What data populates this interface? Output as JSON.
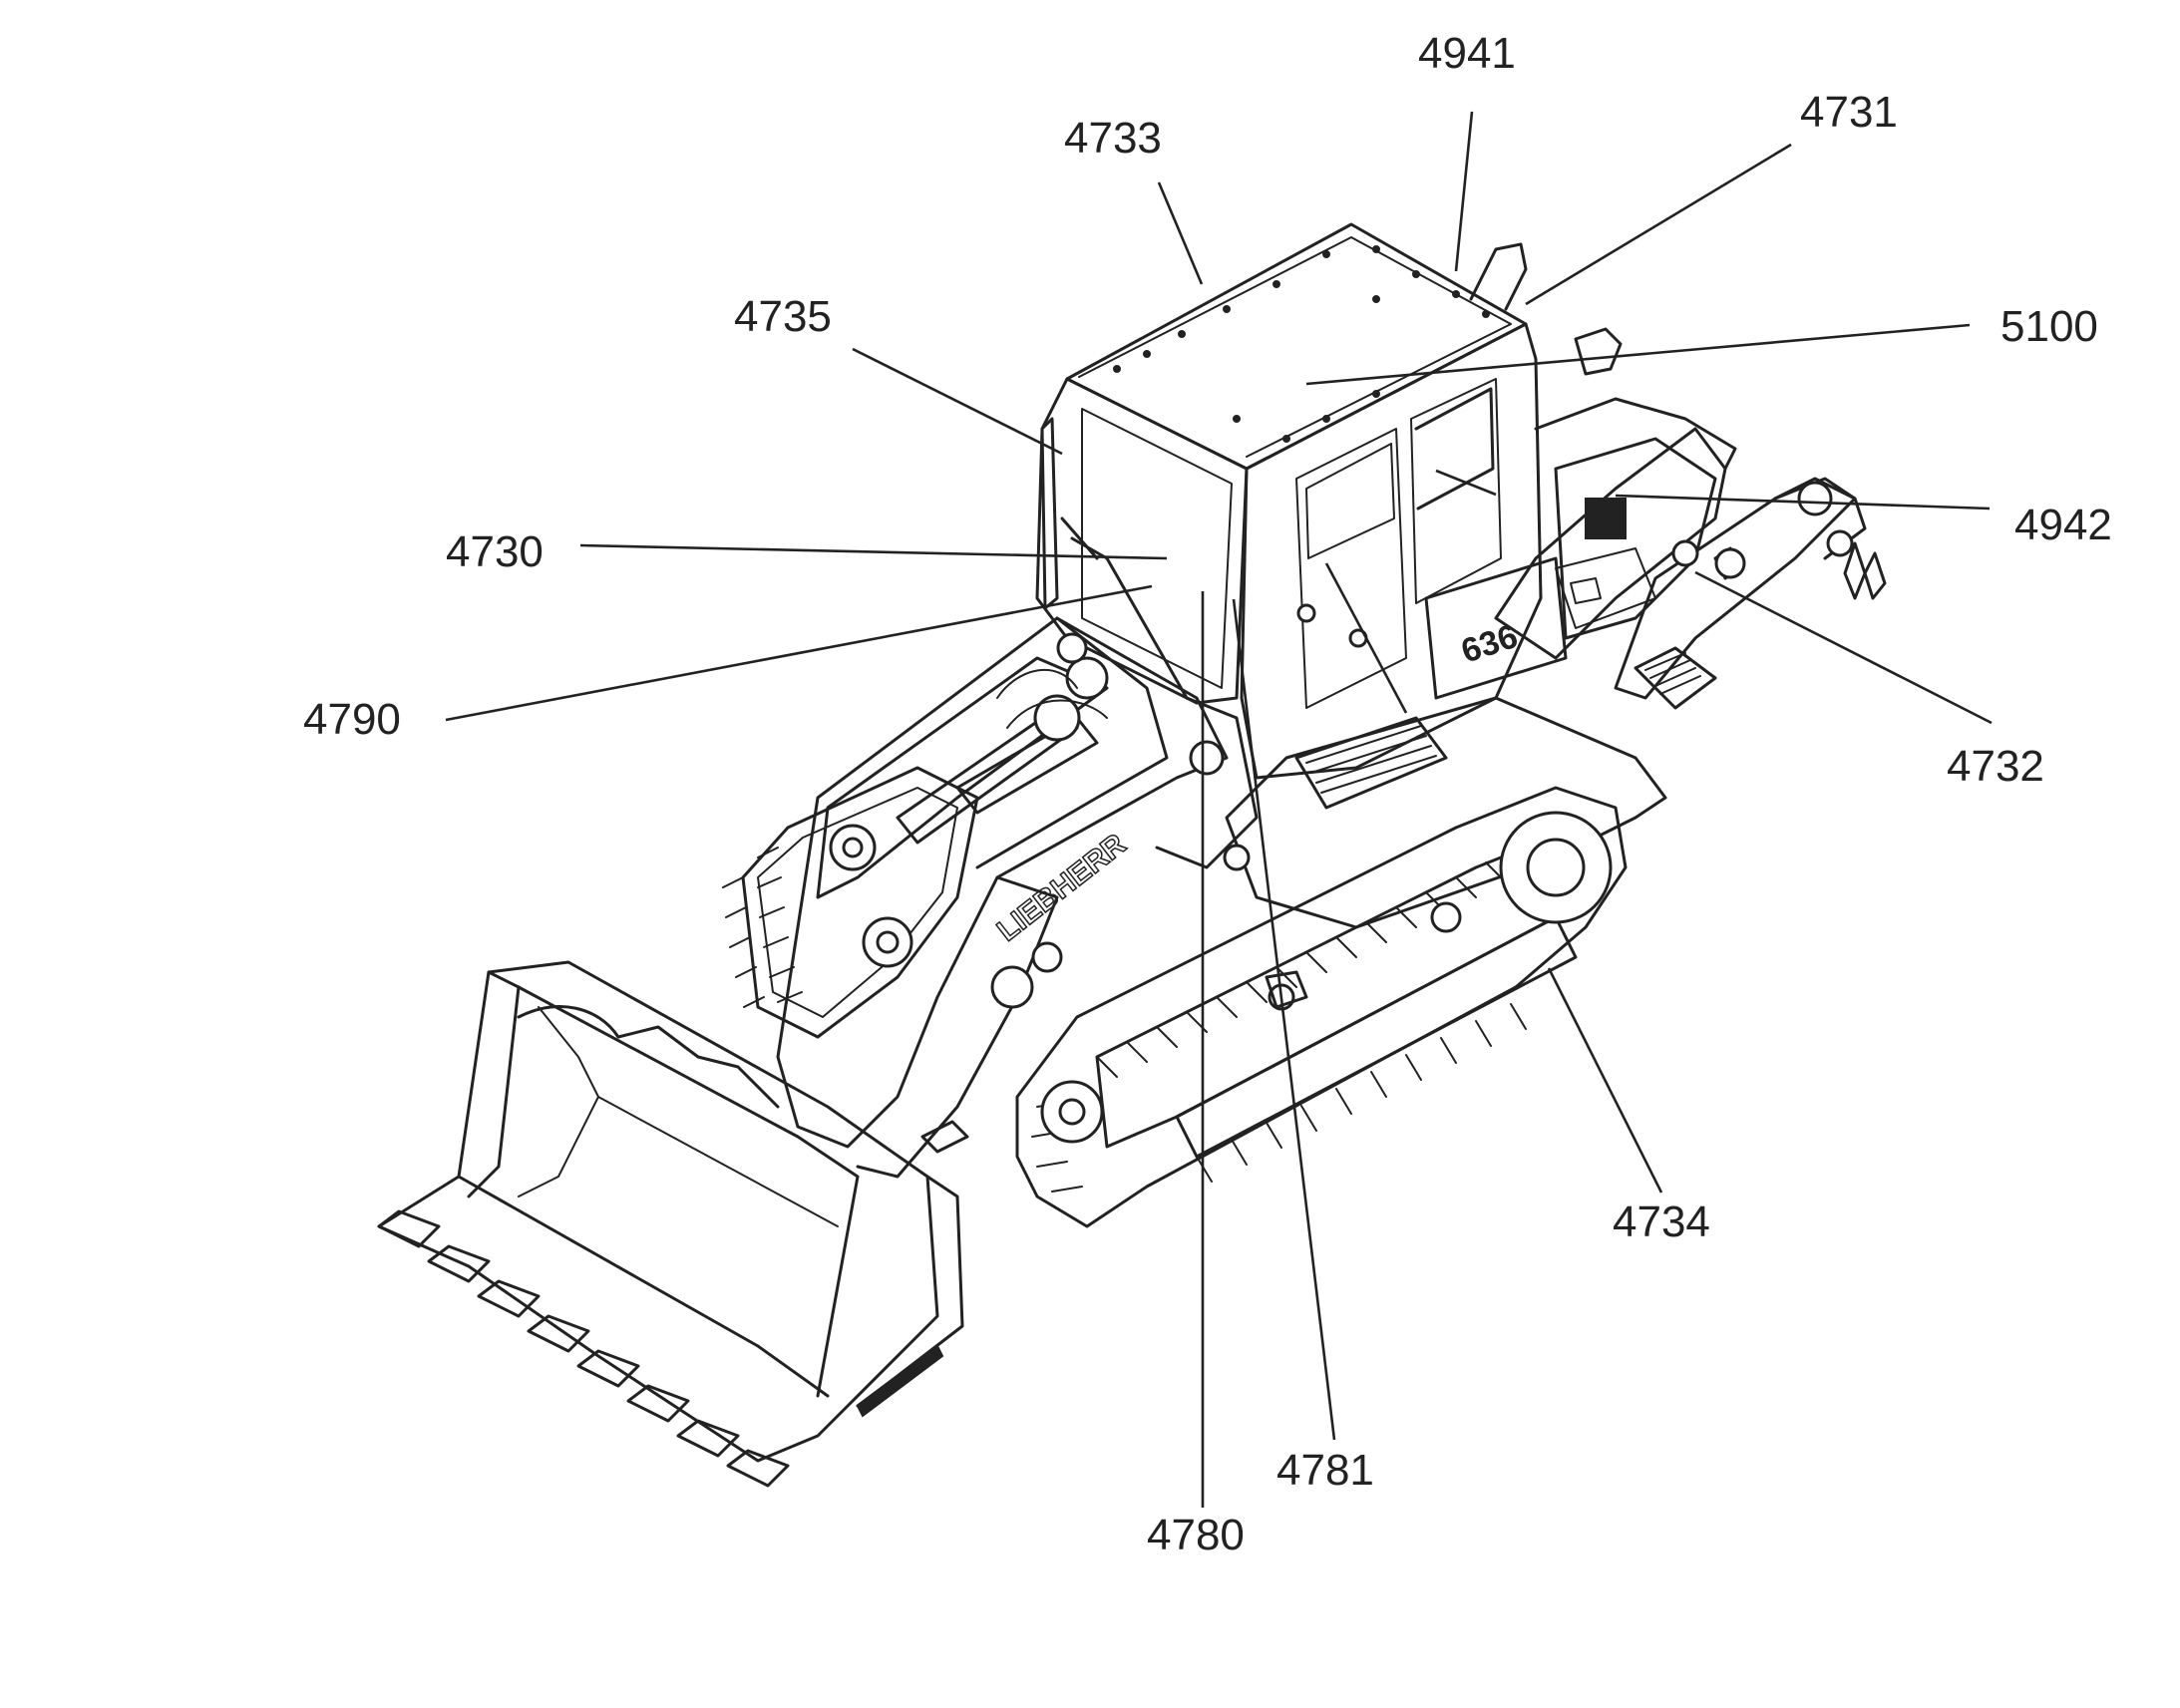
{
  "diagram": {
    "callouts": [
      {
        "id": "c4941",
        "label": "4941"
      },
      {
        "id": "c4731",
        "label": "4731"
      },
      {
        "id": "c4733",
        "label": "4733"
      },
      {
        "id": "c4735",
        "label": "4735"
      },
      {
        "id": "c5100",
        "label": "5100"
      },
      {
        "id": "c4942",
        "label": "4942"
      },
      {
        "id": "c4730",
        "label": "4730"
      },
      {
        "id": "c4790",
        "label": "4790"
      },
      {
        "id": "c4732",
        "label": "4732"
      },
      {
        "id": "c4734",
        "label": "4734"
      },
      {
        "id": "c4781",
        "label": "4781"
      },
      {
        "id": "c4780",
        "label": "4780"
      }
    ],
    "machine_lettering": [
      "LIEBHERR",
      "636"
    ]
  }
}
